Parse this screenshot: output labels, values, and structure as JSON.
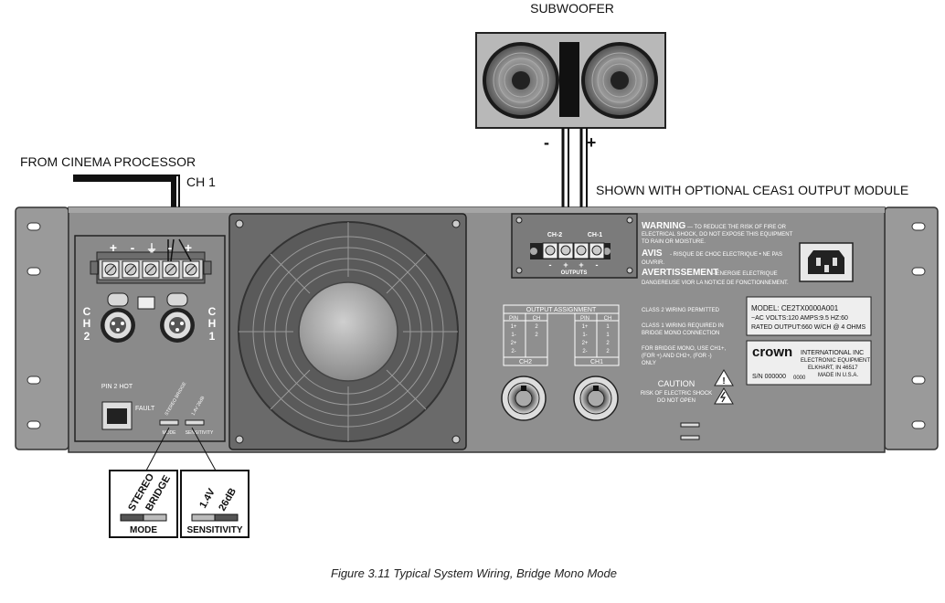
{
  "labels": {
    "subwoofer": "SUBWOOFER",
    "from_processor": "FROM CINEMA PROCESSOR",
    "ch1_input": "CH 1",
    "optional_module": "SHOWN WITH OPTIONAL CEAS1 OUTPUT MODULE",
    "sub_minus": "-",
    "sub_plus": "+"
  },
  "input_panel": {
    "terminal_signs": [
      "+",
      "-",
      "⏚",
      "-",
      "+"
    ],
    "ch2_letters": [
      "C",
      "H",
      "2"
    ],
    "ch1_letters": [
      "C",
      "H",
      "1"
    ],
    "pin2_hot": "PIN 2 HOT",
    "fault": "FAULT",
    "switch_mode_top": "STEREO BRIDGE",
    "switch_sens_top": "1.4V 26dB",
    "mode_label": "MODE",
    "sensitivity_label": "SENSITIVITY"
  },
  "output_module": {
    "ch2": "CH-2",
    "ch1": "CH-1",
    "signs": [
      "-",
      "+",
      "+",
      "-"
    ],
    "outputs": "OUTPUTS"
  },
  "warnings": {
    "warning_title": "WARNING",
    "warning_text_1": "— TO REDUCE THE RISK OF FIRE OR",
    "warning_text_2": "ELECTRICAL SHOCK, DO NOT EXPOSE THIS EQUIPMENT",
    "warning_text_3": "TO RAIN OR MOISTURE.",
    "avis_title": "AVIS",
    "avis_text_1": "- RISQUE DE CHOC ELECTRIQUE • NE PAS",
    "avis_text_2": "OUVRIR.",
    "avert_title": "AVERTISSEMENT",
    "avert_text_1": "- ENERGIE ELECTRIQUE",
    "avert_text_2": "DANGEREUSE VIOR LA NOTICE DE FONCTIONNEMENT."
  },
  "output_assignment": {
    "title": "OUTPUT ASSIGNMENT",
    "headers": [
      "PIN",
      "CH"
    ],
    "ch2_rows": [
      [
        "1+",
        "2"
      ],
      [
        "1-",
        "2"
      ],
      [
        "2+",
        ""
      ],
      [
        "2-",
        ""
      ]
    ],
    "ch1_rows": [
      [
        "1+",
        "1"
      ],
      [
        "1-",
        "1"
      ],
      [
        "2+",
        "2"
      ],
      [
        "2-",
        "2"
      ]
    ],
    "ch2_label": "CH2",
    "ch1_label": "CH1"
  },
  "notes": {
    "class2": "CLASS 2 WIRING PERMITTED",
    "class1_1": "CLASS 1 WIRING REQUIRED IN",
    "class1_2": "BRIDGE MONO CONNECTION",
    "bridge_1": "FOR BRIDGE MONO, USE CH1+,",
    "bridge_2": "(FOR +) AND CH2+, (FOR -)",
    "bridge_3": "ONLY",
    "caution": "CAUTION",
    "caution_1": "RISK OF ELECTRIC SHOCK",
    "caution_2": "DO NOT OPEN"
  },
  "model_plate": {
    "line1": "MODEL: CE2TX0000A001",
    "line2": "~AC VOLTS:120        AMPS:9.5  HZ:60",
    "line3": "RATED OUTPUT:660 W/CH @ 4 OHMS"
  },
  "brand_plate": {
    "brand": "crown",
    "line1": "INTERNATIONAL INC",
    "line2": "ELECTRONIC EQUIPMENT",
    "line3": "ELKHART, IN 46517",
    "line4": "MADE IN U.S.A.",
    "serial": "S/N 000000",
    "serial_code": "0000"
  },
  "callouts": {
    "mode_top1": "STEREO",
    "mode_top2": "BRIDGE",
    "mode_bottom": "MODE",
    "sens_top1": "1.4V",
    "sens_top2": "26dB",
    "sens_bottom": "SENSITIVITY"
  },
  "caption": "Figure 3.11   Typical System Wiring, Bridge Mono Mode",
  "colors": {
    "panel": "#8f8f8f",
    "panel_dark": "#6d6d6d",
    "ear": "#9a9a9a",
    "speaker_box": "#b8b8b8",
    "label_plate": "#eeeeee"
  }
}
